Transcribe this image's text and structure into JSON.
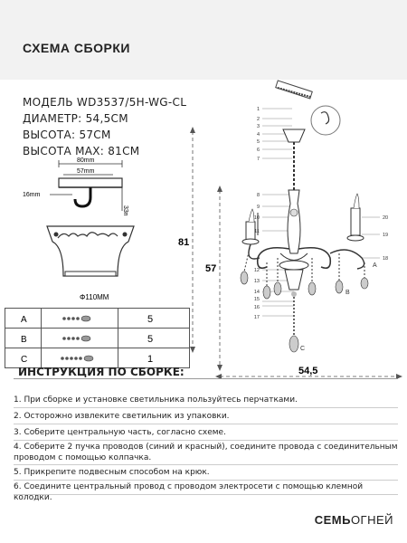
{
  "header": {
    "title": "СХЕМА СБОРКИ"
  },
  "specs": {
    "model": "МОДЕЛЬ WD3537/5H-WG-CL",
    "diameter": "ДИАМЕТР: 54,5СМ",
    "height": "ВЫСОТА: 57СМ",
    "height_max": "ВЫСОТА MAX: 81СМ"
  },
  "hook_diagram": {
    "top": "80mm",
    "mid": "57mm",
    "side_left": "16mm",
    "side_right": "33mm"
  },
  "canopy_label": "Φ110MM",
  "parts_table": {
    "rows": [
      {
        "letter": "A",
        "qty": "5"
      },
      {
        "letter": "B",
        "qty": "5"
      },
      {
        "letter": "C",
        "qty": "1"
      }
    ]
  },
  "dimensions": {
    "total_height": "81",
    "body_height": "57",
    "width": "54,5"
  },
  "callouts_left": [
    "1",
    "2",
    "3",
    "4",
    "5",
    "6",
    "7",
    "8",
    "9",
    "10",
    "11",
    "12",
    "13",
    "14",
    "15",
    "16",
    "17"
  ],
  "callouts_right": [
    "20",
    "19",
    "18"
  ],
  "crystal_labels": {
    "a": "A",
    "b": "B",
    "c": "C"
  },
  "instructions": {
    "title": "ИНСТРУКЦИЯ ПО СБОРКЕ:",
    "steps": [
      "1. При сборке и установке светильника пользуйтесь перчатками.",
      "2. Осторожно извлеките светильник из упаковки.",
      "3. Соберите центральную часть, согласно схеме.",
      "4. Соберите 2 пучка проводов (синий и красный), соедините провода с соединительным проводом с помощью колпачка.",
      "5. Прикрепите подвесным способом  на крюк.",
      "6. Соедините центральный провод с проводом электросети с помощью клемной колодки."
    ]
  },
  "brand": {
    "bold": "СЕМЬ",
    "light": "ОГНЕЙ"
  }
}
